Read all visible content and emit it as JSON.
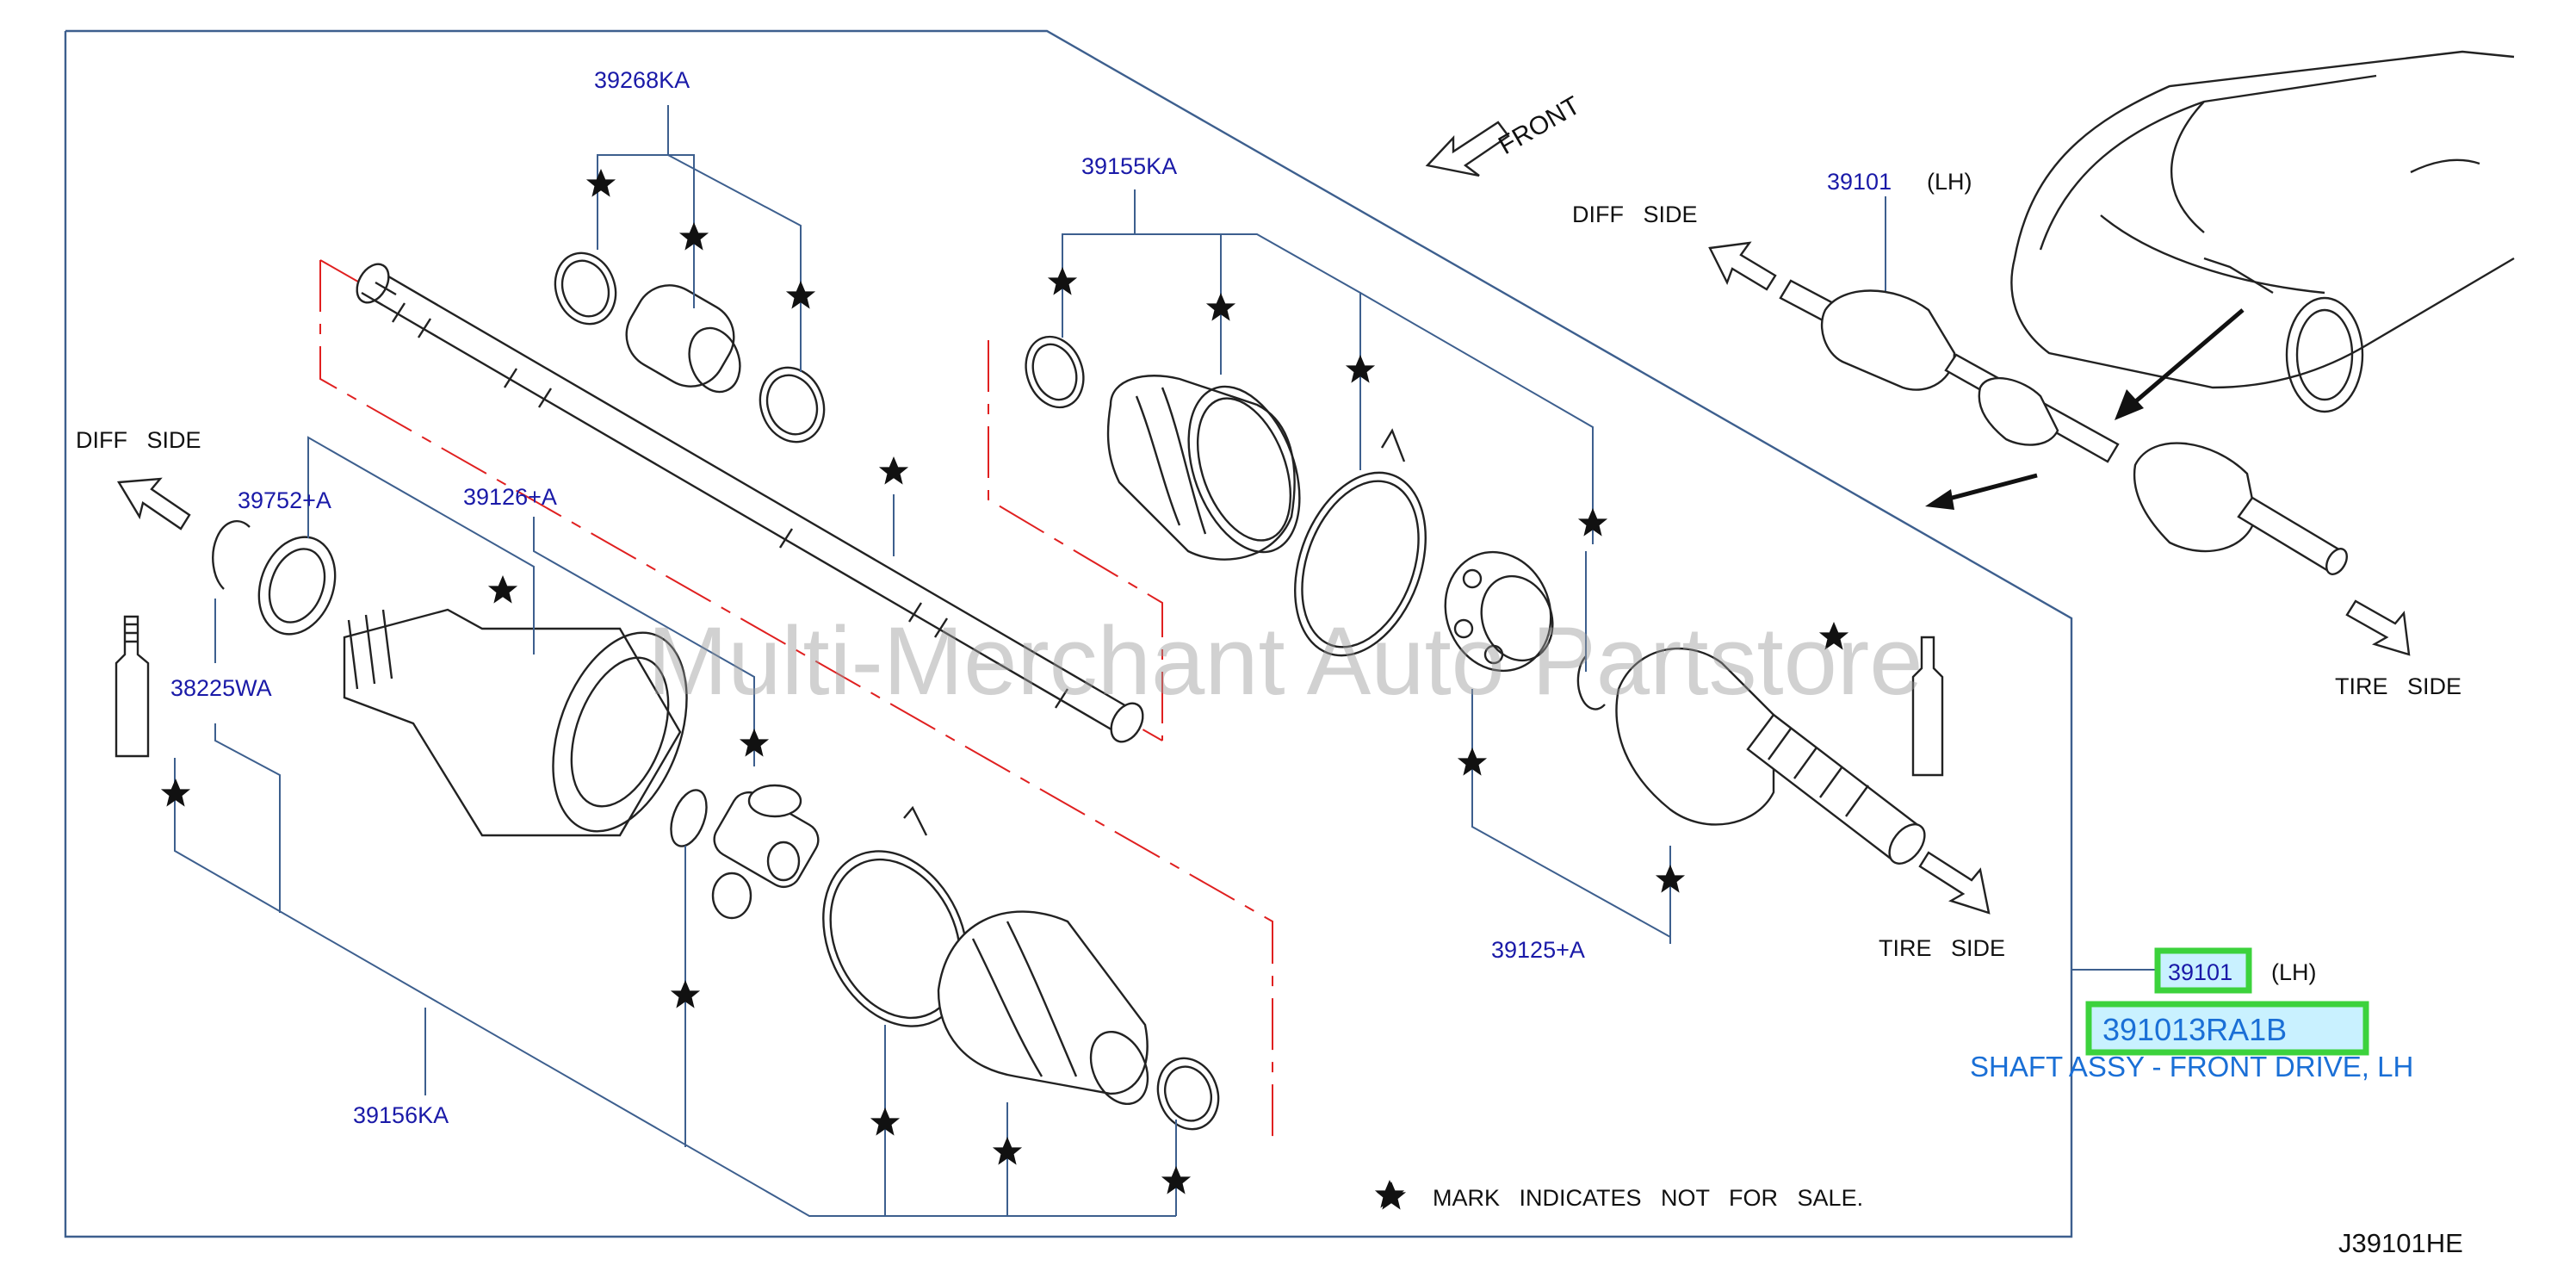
{
  "labels": {
    "p39268KA": "39268KA",
    "p39155KA": "39155KA",
    "p39752A": "39752+A",
    "p39126A": "39126+A",
    "p38225WA": "38225WA",
    "p39156KA": "39156KA",
    "p39125A": "39125+A",
    "p39101_top": "39101",
    "lh_top": "(LH)",
    "p39101_box": "39101",
    "lh_box": "(LH)",
    "part_number": "391013RA1B",
    "part_description": "SHAFT ASSY - FRONT DRIVE, LH",
    "front": "FRONT",
    "diff_side_left": "DIFF   SIDE",
    "diff_side_right": "DIFF   SIDE",
    "tire_side_mid": "TIRE   SIDE",
    "tire_side_right": "TIRE   SIDE",
    "legend": "MARK   INDICATES   NOT   FOR   SALE.",
    "diagram_code": "J39101HE",
    "watermark": "Multi-Merchant Auto Partstore"
  },
  "colors": {
    "callout_blue": "#1a1aa8",
    "leader_blue": "#3d5f8e",
    "highlight_green": "#3cd23c",
    "part_blue": "#1a6fd6",
    "outline_red": "#e02020"
  },
  "icons": [
    "star-icon",
    "arrow-outline-icon"
  ]
}
